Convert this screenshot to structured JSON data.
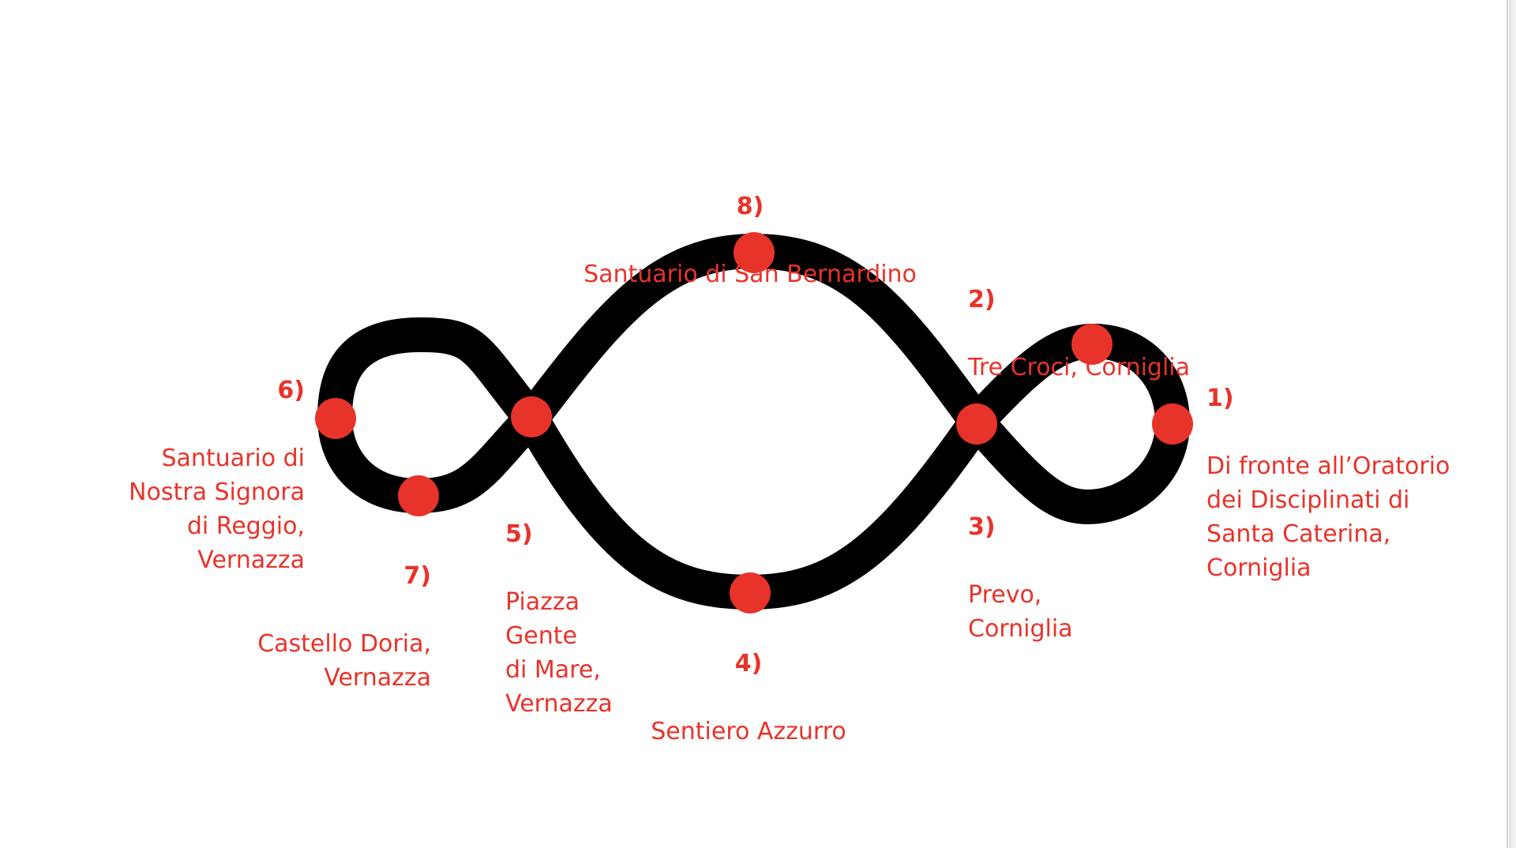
{
  "colors": {
    "background": "#ffffff",
    "path": "#000000",
    "stop_marker": "#e8332a",
    "label_text": "#e8332a"
  },
  "stops": [
    {
      "number": "1)",
      "name": "Di fronte all’Oratorio\ndei Disciplinati di\nSanta Caterina,\nCorniglia"
    },
    {
      "number": "2)",
      "name": "Tre Croci, Corniglia"
    },
    {
      "number": "3)",
      "name": "Prevo,\nCorniglia"
    },
    {
      "number": "4)",
      "name": "Sentiero Azzurro"
    },
    {
      "number": "5)",
      "name": "Piazza\nGente\ndi Mare,\nVernazza"
    },
    {
      "number": "6)",
      "name": "Santuario di\nNostra Signora\ndi Reggio,\nVernazza"
    },
    {
      "number": "7)",
      "name": "Castello Doria,\nVernazza"
    },
    {
      "number": "8)",
      "name": "Santuario di San Bernardino"
    }
  ]
}
